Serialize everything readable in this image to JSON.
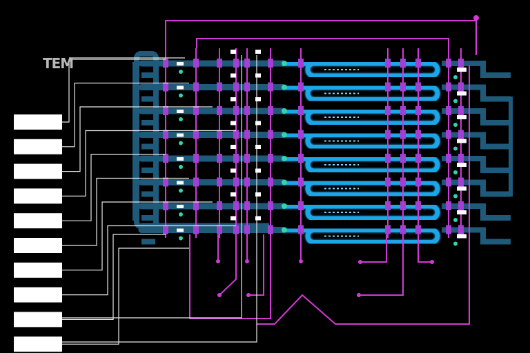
{
  "logo": {
    "text": "TEM"
  },
  "colors": {
    "background": "#000000",
    "wire_white": "#e8e8e8",
    "wire_magenta": "#d23ad8",
    "channel_cyan": "#1aa6e8",
    "channel_dark": "#1f5a7a",
    "pad": "#ffffff",
    "node": "#a43fd4",
    "marker_green": "#32d3b0"
  },
  "diagram": {
    "contact_pads": 10,
    "channel_rows": 8,
    "serpentine_loops_per_row": 1
  }
}
